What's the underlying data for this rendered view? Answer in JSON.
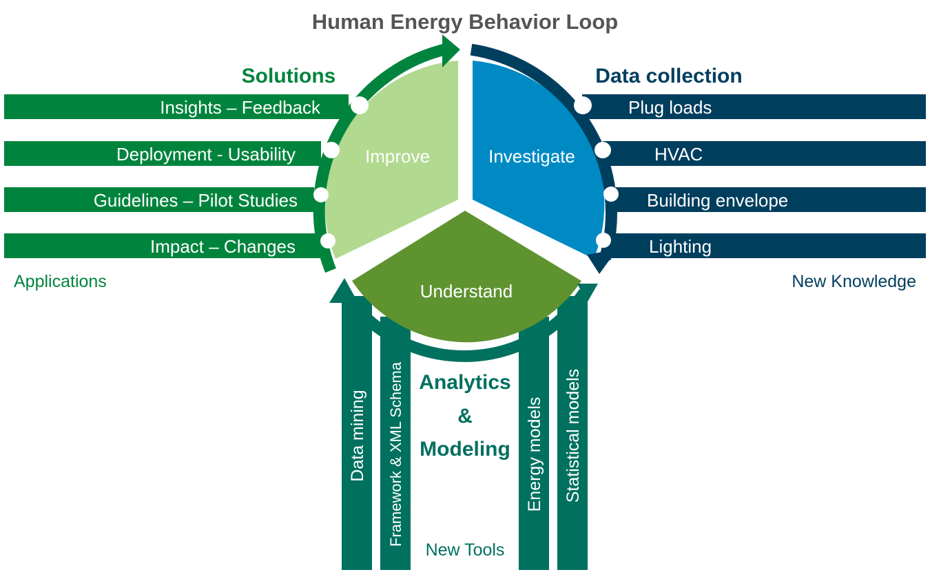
{
  "title": "Human Energy Behavior Loop",
  "colors": {
    "green": "#00843D",
    "light_green": "#B1D98F",
    "blue": "#008AC4",
    "navy": "#003E5E",
    "olive": "#5E9330",
    "teal": "#00705F",
    "title_gray": "#555555"
  },
  "solutions": {
    "heading": "Solutions",
    "items": [
      "Insights – Feedback",
      "Deployment - Usability",
      "Guidelines – Pilot Studies",
      "Impact – Changes"
    ],
    "footer": "Applications"
  },
  "data_collection": {
    "heading": "Data collection",
    "items": [
      "Plug loads",
      "HVAC",
      "Building envelope",
      "Lighting"
    ],
    "footer": "New Knowledge"
  },
  "analytics": {
    "heading_line1": "Analytics",
    "heading_line2": "&",
    "heading_line3": "Modeling",
    "items": [
      "Data mining",
      "Framework & XML Schema",
      "Energy models",
      "Statistical models"
    ],
    "footer": "New Tools"
  },
  "segments": {
    "improve": "Improve",
    "investigate": "Investigate",
    "understand": "Understand"
  }
}
